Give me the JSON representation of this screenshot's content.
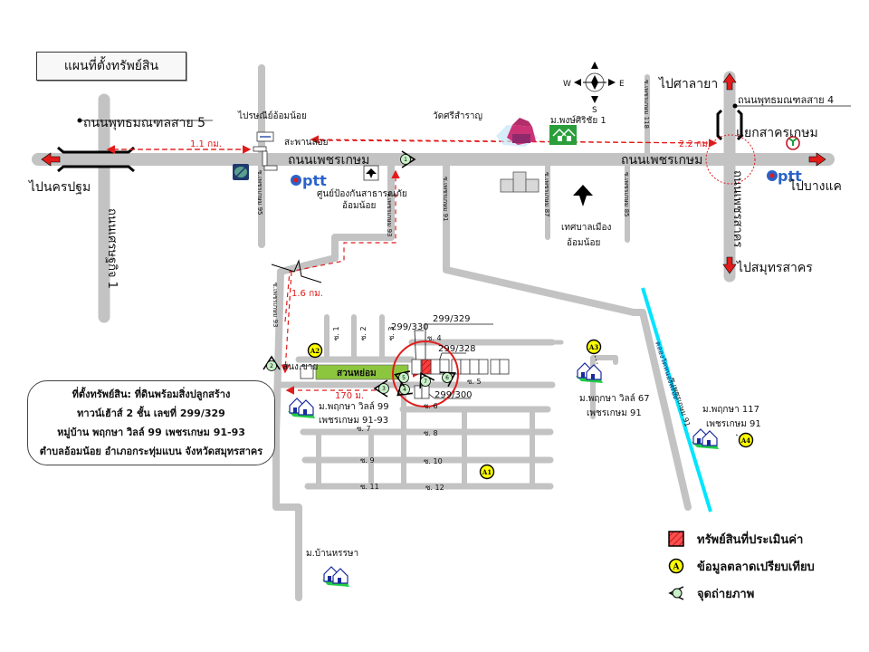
{
  "title": "แผนที่ตั้งทรัพย์สิน",
  "info_box": {
    "lines": [
      "ที่ตั้งทรัพย์สิน: ที่ดินพร้อมสิ่งปลูกสร้าง",
      "ทาวน์เฮ้าส์ 2 ชั้น เลขที่ 299/329",
      "หมู่บ้าน พฤกษา วิลล์ 99 เพชรเกษม 91-93",
      "ตำบลอ้อมน้อย อำเภอกระทุ่มแบน จังหวัดสมุทรสาคร"
    ]
  },
  "roads": {
    "main": "ถนนเพชรเกษม",
    "puttamonthon5": "ถนนพุทธมณฑลสาย 5",
    "puttamonthon4": "ถนนพุทธมณฑลสาย 4",
    "krathumban": "ถนนเศรษฐกิจ 1",
    "phetsakhon": "ถนนเพชรสาคร",
    "soi95": "ซ.เพชรเกษม 95",
    "soi93": "ซ.เพชรเกษม 93",
    "soi93b": "ซ.เพชรเกษม 93",
    "soi91": "ซ.เพชรเกษม 91",
    "soi91b": "ซ.เพชรเกษม 91",
    "soi87": "ซ.เพชรเกษม 87",
    "soi85": "ซ.เพชรเกษม 85",
    "soi118": "ซ.เพชรเกษม 118",
    "canal": "คลองวัดหนองพะอง",
    "sois": [
      "ซ. 1",
      "ซ. 2",
      "ซ. 3",
      "ซ. 4",
      "ซ. 5",
      "ซ. 6",
      "ซ. 7",
      "ซ. 8",
      "ซ. 9",
      "ซ. 10",
      "ซ. 11",
      "ซ. 12"
    ]
  },
  "directions": {
    "west": "ไปนครปฐม",
    "east": "ไปบางแค",
    "north": "ไปศาลายา",
    "south": "ไปสมุทรสาคร"
  },
  "places": {
    "post_office": "ไปรษณีย์อ้อมน้อย",
    "bridge": "สะพานลอย",
    "disaster_center": [
      "ศูนย์ป้องกันสาธารณภัย",
      "อ้อมน้อย"
    ],
    "temple": "วัดศรีสำราญ",
    "village_pongsiri": "ม.พงษ์ศิริชัย 1",
    "municipality": [
      "เทศบาลเมือง",
      "อ้อมน้อย"
    ],
    "junction": "แยกสาครเกษม",
    "park": "สวนหย่อม",
    "field": "สนง.ขาย",
    "village_99": [
      "ม.พฤกษา วิลล์ 99",
      "เพชรเกษม 91-93"
    ],
    "village_67": [
      "ม.พฤกษา วิลล์ 67",
      "เพชรเกษม 91"
    ],
    "village_117": [
      "ม.พฤกษา 117",
      "เพชรเกษม 91"
    ],
    "village_hansaya": "ม.บ้านหรรษา"
  },
  "distances": {
    "d1": "1.1 กม.",
    "d2": "2.2 กม.",
    "d3": "1.6 กม.",
    "d4": "170 ม."
  },
  "house_numbers": [
    "299/330",
    "299/329",
    "299/328",
    "299/300"
  ],
  "compass": {
    "w": "W",
    "e": "E",
    "s": "S"
  },
  "photo_points": [
    "1",
    "2",
    "3",
    "4",
    "5",
    "6",
    "7"
  ],
  "market_points": [
    "A1",
    "A2",
    "A3",
    "A4"
  ],
  "brands": {
    "ptt": "ptt"
  },
  "legend": {
    "subject": "ทรัพย์สินที่ประเมินค่า",
    "market": "ข้อมูลตลาดเปรียบเทียบ",
    "market_symbol": "A",
    "photo": "จุดถ่ายภาพ"
  },
  "colors": {
    "road": "#c3c3c3",
    "arrow_red": "#e21b1b",
    "park_green": "#8cc63f",
    "canal": "#00e5ff",
    "market_yellow": "#ffff00",
    "photo_green": "#c8f0c8",
    "ptt_blue": "#2a62c9"
  }
}
